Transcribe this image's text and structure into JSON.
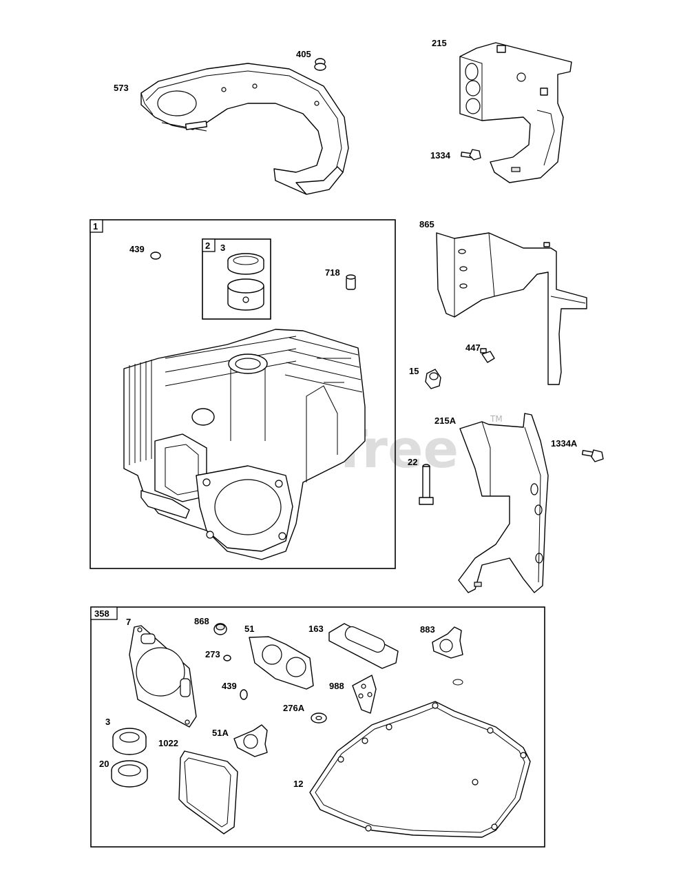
{
  "watermark": {
    "text": "PartsTree",
    "mark": "TM"
  },
  "groups": {
    "block_group": {
      "tag": "1"
    },
    "piston_ring_group": {
      "tag": "2"
    },
    "gasket_set": {
      "tag": "358"
    }
  },
  "labels": {
    "p573": "573",
    "p405": "405",
    "p215": "215",
    "p1334": "1334",
    "p865": "865",
    "p439a": "439",
    "p3a": "3",
    "p718": "718",
    "p447": "447",
    "p15": "15",
    "p215A": "215A",
    "p1334A": "1334A",
    "p22": "22",
    "p7": "7",
    "p868": "868",
    "p51": "51",
    "p163": "163",
    "p883": "883",
    "p273": "273",
    "p439b": "439",
    "p988": "988",
    "p276A": "276A",
    "p3b": "3",
    "p1022": "1022",
    "p51A": "51A",
    "p20": "20",
    "p12": "12"
  }
}
